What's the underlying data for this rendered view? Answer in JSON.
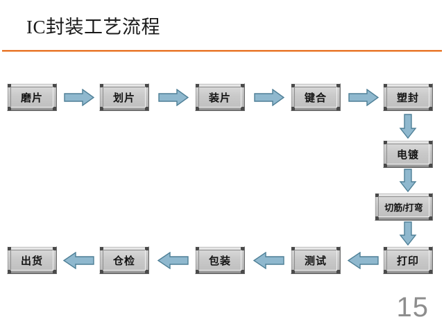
{
  "slide": {
    "title": "IC封装工艺流程",
    "page_number": "15",
    "accent_color": "#E8762C",
    "background_color": "#FFFFFF"
  },
  "diagram": {
    "type": "process-flow",
    "box_fill_color": "#C6C6C6",
    "arrow_fill_color": "#8FB8CE",
    "arrow_outline_color": "#4E7F96",
    "nodes": [
      {
        "id": "n1",
        "label": "磨片",
        "row": "top",
        "col": 1
      },
      {
        "id": "n2",
        "label": "划片",
        "row": "top",
        "col": 2
      },
      {
        "id": "n3",
        "label": "装片",
        "row": "top",
        "col": 3
      },
      {
        "id": "n4",
        "label": "键合",
        "row": "top",
        "col": 4
      },
      {
        "id": "n5",
        "label": "塑封",
        "row": "top",
        "col": 5
      },
      {
        "id": "n6",
        "label": "电镀",
        "row": "right",
        "col": 5
      },
      {
        "id": "n7",
        "label": "切筋/打弯",
        "row": "right",
        "col": 5
      },
      {
        "id": "n8",
        "label": "打印",
        "row": "bottom",
        "col": 5
      },
      {
        "id": "n9",
        "label": "测试",
        "row": "bottom",
        "col": 4
      },
      {
        "id": "n10",
        "label": "包装",
        "row": "bottom",
        "col": 3
      },
      {
        "id": "n11",
        "label": "仓检",
        "row": "bottom",
        "col": 2
      },
      {
        "id": "n12",
        "label": "出货",
        "row": "bottom",
        "col": 1
      }
    ],
    "connectors": [
      {
        "from": "n1",
        "to": "n2",
        "direction": "right"
      },
      {
        "from": "n2",
        "to": "n3",
        "direction": "right"
      },
      {
        "from": "n3",
        "to": "n4",
        "direction": "right"
      },
      {
        "from": "n4",
        "to": "n5",
        "direction": "right"
      },
      {
        "from": "n5",
        "to": "n6",
        "direction": "down"
      },
      {
        "from": "n6",
        "to": "n7",
        "direction": "down"
      },
      {
        "from": "n7",
        "to": "n8",
        "direction": "down"
      },
      {
        "from": "n8",
        "to": "n9",
        "direction": "left"
      },
      {
        "from": "n9",
        "to": "n10",
        "direction": "left"
      },
      {
        "from": "n10",
        "to": "n11",
        "direction": "left"
      },
      {
        "from": "n11",
        "to": "n12",
        "direction": "left"
      }
    ]
  }
}
